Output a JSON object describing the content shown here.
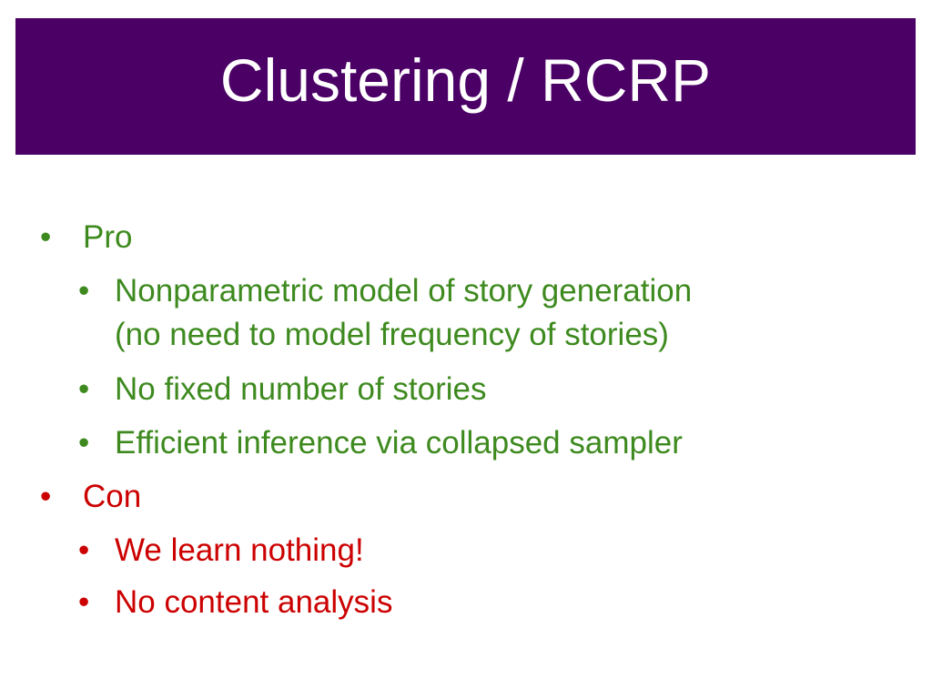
{
  "slide": {
    "title": "Clustering / RCRP",
    "bullet_glyph": "•",
    "colors": {
      "title_bar": "#4b0066",
      "title_text": "#ffffff",
      "pro_text": "#3e8a1f",
      "con_text": "#cc0000"
    },
    "pro": {
      "heading": "Pro",
      "items": [
        "Nonparametric model of story generation",
        "(no need to model frequency of stories)",
        "No fixed number of stories",
        "Efficient inference via collapsed sampler"
      ]
    },
    "con": {
      "heading": "Con",
      "items": [
        "We learn nothing!",
        "No content analysis"
      ]
    }
  }
}
